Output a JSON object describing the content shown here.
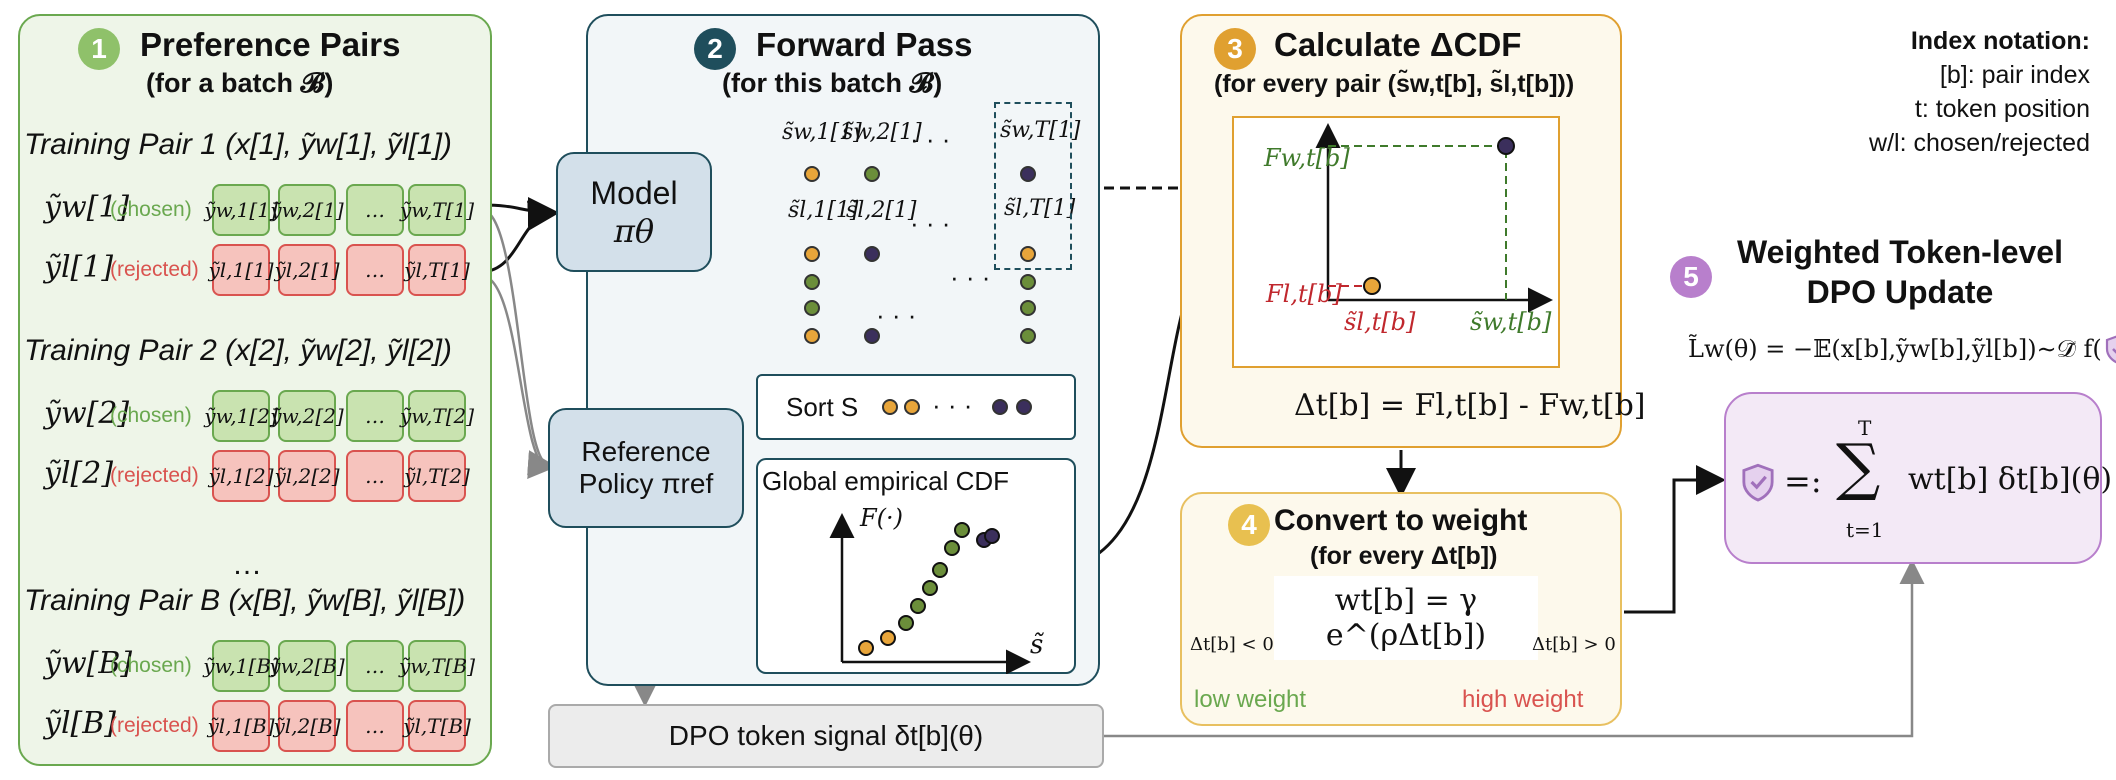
{
  "panel1": {
    "badge": "1",
    "title": "Preference Pairs",
    "subtitle": "(for a batch 𝓑)",
    "pairs": [
      {
        "label": "Training Pair 1 (x[1], ỹw[1], ỹl[1])",
        "chosen_var": "ỹw[1]",
        "rejected_var": "ỹl[1]",
        "chosen_tokens": [
          "ỹw,1[1]",
          "ỹw,2[1]",
          "…",
          "ỹw,T[1]"
        ],
        "rejected_tokens": [
          "ỹl,1[1]",
          "ỹl,2[1]",
          "…",
          "ỹl,T[1]"
        ]
      },
      {
        "label": "Training Pair 2 (x[2], ỹw[2], ỹl[2])",
        "chosen_var": "ỹw[2]",
        "rejected_var": "ỹl[2]",
        "chosen_tokens": [
          "ỹw,1[2]",
          "ỹw,2[2]",
          "…",
          "ỹw,T[2]"
        ],
        "rejected_tokens": [
          "ỹl,1[2]",
          "ỹl,2[2]",
          "…",
          "ỹl,T[2]"
        ]
      },
      {
        "label": "Training Pair B (x[B], ỹw[B], ỹl[B])",
        "chosen_var": "ỹw[B]",
        "rejected_var": "ỹl[B]",
        "chosen_tokens": [
          "ỹw,1[B]",
          "ỹw,2[B]",
          "…",
          "ỹw,T[B]"
        ],
        "rejected_tokens": [
          "ỹl,1[B]",
          "ỹl,2[B]",
          "…",
          "ỹl,T[B]"
        ]
      }
    ],
    "chosen_tag": "(chosen)",
    "rejected_tag": "(rejected)",
    "ellipsis": "…"
  },
  "panel2": {
    "badge": "2",
    "title": "Forward Pass",
    "subtitle": "(for this batch 𝓑)",
    "model_line1": "Model",
    "model_line2": "πθ",
    "ref_line1": "Reference",
    "ref_line2": "Policy πref",
    "score_w1": "s̃w,1[1]",
    "score_w2": "s̃w,2[1]",
    "score_wT": "s̃w,T[1]",
    "score_l1": "s̃l,1[1]",
    "score_l2": "s̃l,2[1]",
    "score_lT": "s̃l,T[1]",
    "dots": "· · ·",
    "sort_label": "Sort S",
    "cdf_title": "Global empirical CDF",
    "cdf_ylabel": "F(·)",
    "cdf_xlabel": "s̃"
  },
  "signal": {
    "label": "DPO token signal δt[b](θ)"
  },
  "panel3": {
    "badge": "3",
    "title": "Calculate ΔCDF",
    "subtitle": "(for every pair (s̃w,t[b], s̃l,t[b]))",
    "F_w": "Fw,t[b]",
    "F_l": "Fl,t[b]",
    "s_l": "s̃l,t[b]",
    "s_w": "s̃w,t[b]",
    "formula": "Δt[b] = Fl,t[b] - Fw,t[b]",
    "colors": {
      "accent": "#e0a030",
      "green": "#3f7a2b",
      "red": "#c0272d"
    }
  },
  "panel4": {
    "badge": "4",
    "title": "Convert to weight",
    "subtitle": "(for every Δt[b])",
    "formula": "wt[b] = γ e^(ρΔt[b])",
    "neg": "Δt[b] < 0",
    "pos": "Δt[b] > 0",
    "low": "low weight",
    "high": "high weight"
  },
  "panel5": {
    "badge": "5",
    "title_line1": "Weighted Token-level",
    "title_line2": "DPO Update",
    "loss": "L̃w(θ) = −𝔼(x[b],ỹw[b],ỹl[b])∼𝒟̃ f(",
    "sum_top": "T",
    "sum_bottom": "t=1",
    "def_prefix": "=:",
    "summand": "wt[b] δt[b](θ)",
    "shield_icon": "shield-check-icon"
  },
  "notation": {
    "title": "Index notation:",
    "lines": [
      "[b]:  pair index",
      "t:  token position",
      "w/l:  chosen/rejected"
    ]
  }
}
